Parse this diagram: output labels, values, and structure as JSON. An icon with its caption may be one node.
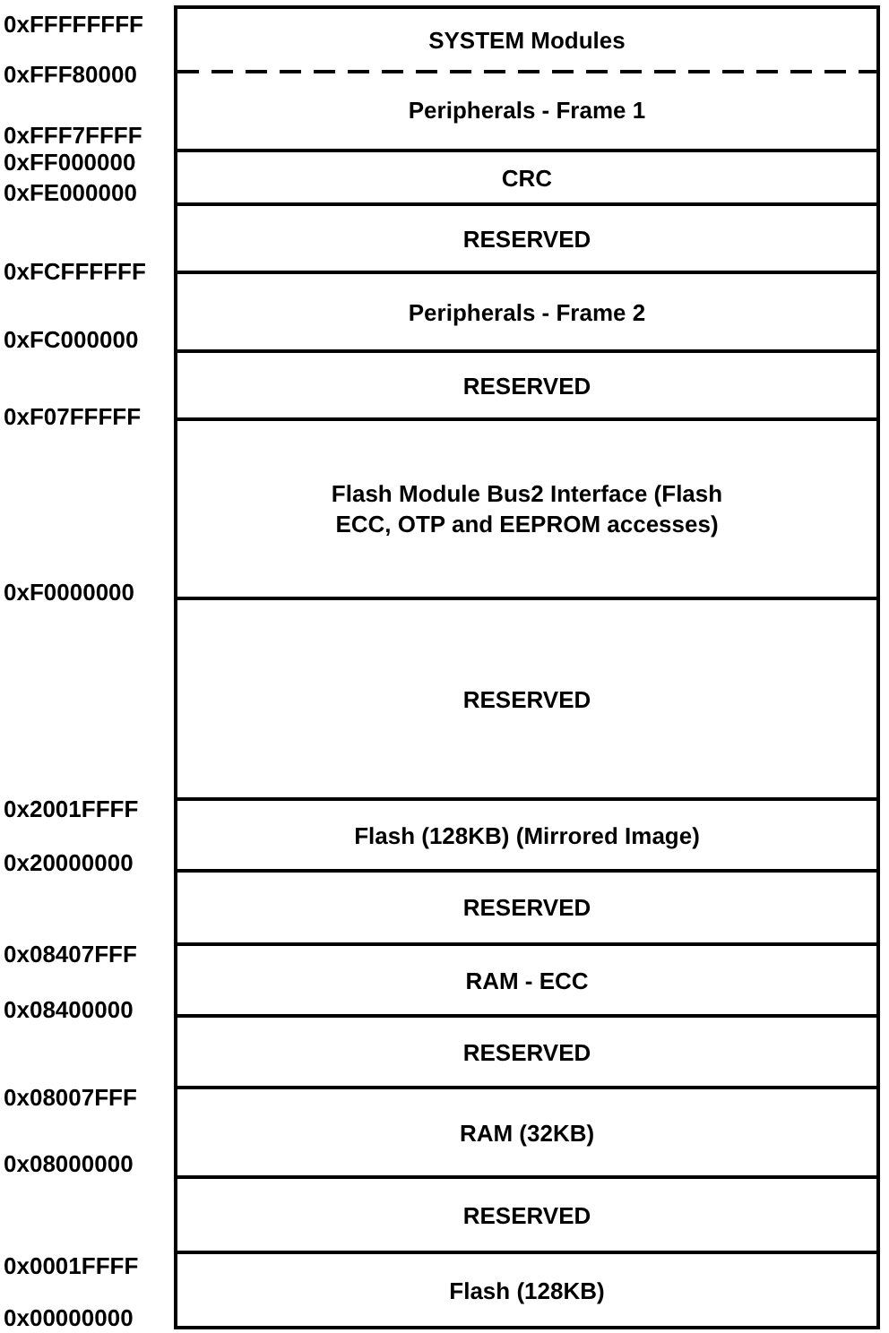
{
  "diagram": {
    "nodes": [
      {
        "text": [
          "SYSTEM Modules"
        ]
      },
      {
        "text": [
          "Peripherals - Frame 1"
        ]
      },
      {
        "text": [
          "CRC"
        ]
      },
      {
        "text": [
          "RESERVED"
        ]
      },
      {
        "text": [
          "Peripherals - Frame 2"
        ]
      },
      {
        "text": [
          "RESERVED"
        ]
      },
      {
        "text": [
          "Flash Module Bus2 Interface (Flash ECC, OTP and EEPROM accesses)"
        ]
      },
      {
        "text": [
          "RESERVED"
        ]
      },
      {
        "text": [
          "Flash (128KB) (Mirrored Image)"
        ]
      },
      {
        "text": [
          "RESERVED"
        ]
      },
      {
        "text": [
          "RAM - ECC"
        ]
      },
      {
        "text": [
          "RESERVED"
        ]
      },
      {
        "text": [
          "RAM (32KB)"
        ]
      },
      {
        "text": [
          "RESERVED"
        ]
      },
      {
        "text": [
          "Flash (128KB)"
        ]
      }
    ],
    "labels": [
      "0xFFFFFFFF",
      "0xFFF80000",
      "0xFFF7FFFF",
      "0xFF000000",
      "0xFE000000",
      "0xFCFFFFFF",
      "0xFC000000",
      "0xF07FFFFF",
      "0xF0000000",
      "0x2001FFFF",
      "0x20000000",
      "0x08407FFF",
      "0x08400000",
      "0x08007FFF",
      "0x08000000",
      "0x0001FFFF",
      "0x00000000"
    ]
  }
}
